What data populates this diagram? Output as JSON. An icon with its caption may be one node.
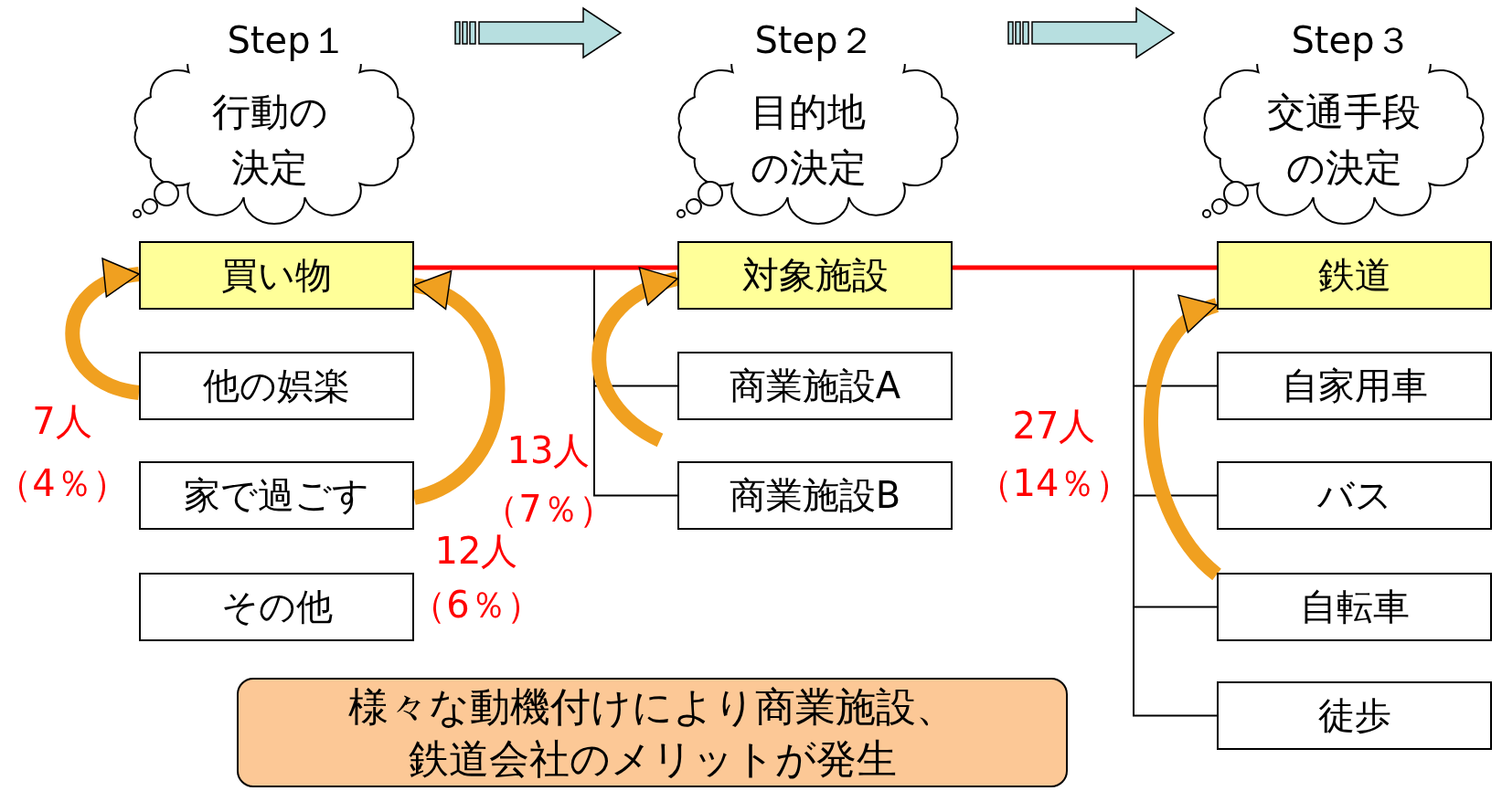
{
  "diagram": {
    "nodes": [
      {
        "text": [
          "行動の決定"
        ]
      },
      {
        "text": [
          "目的地の決定"
        ]
      },
      {
        "text": [
          "交通手段の決定"
        ]
      },
      {
        "text": [
          "買い物"
        ]
      },
      {
        "text": [
          "他の娯楽"
        ]
      },
      {
        "text": [
          "家で過ごす"
        ]
      },
      {
        "text": [
          "その他"
        ]
      },
      {
        "text": [
          "対象施設"
        ]
      },
      {
        "text": [
          "商業施設A"
        ]
      },
      {
        "text": [
          "商業施設B"
        ]
      },
      {
        "text": [
          "鉄道"
        ]
      },
      {
        "text": [
          "自家用車"
        ]
      },
      {
        "text": [
          "バス"
        ]
      },
      {
        "text": [
          "自転車"
        ]
      },
      {
        "text": [
          "徒歩"
        ]
      },
      {
        "text": [
          "様々な動機付けにより商業施設、鉄道会社のメリットが発生"
        ]
      }
    ],
    "edges": [
      {
        "from": 3,
        "to": 7,
        "arrow": "none",
        "color": "#ff0000",
        "style": "thick"
      },
      {
        "from": 7,
        "to": 10,
        "arrow": "none",
        "color": "#ff0000",
        "style": "thick"
      },
      {
        "from": 7,
        "to": 8,
        "arrow": "none"
      },
      {
        "from": 7,
        "to": 9,
        "arrow": "none"
      },
      {
        "from": 10,
        "to": 11,
        "arrow": "none"
      },
      {
        "from": 10,
        "to": 12,
        "arrow": "none"
      },
      {
        "from": 10,
        "to": 13,
        "arrow": "none"
      },
      {
        "from": 10,
        "to": 14,
        "arrow": "none"
      },
      {
        "from": 4,
        "to": 3,
        "arrow": "to",
        "color": "#f0a020",
        "style": "thick"
      },
      {
        "from": 5,
        "to": 3,
        "arrow": "to",
        "color": "#f0a020",
        "style": "thick"
      },
      {
        "from": null,
        "to": 7,
        "arrow": "to",
        "color": "#f0a020",
        "style": "thick"
      },
      {
        "from": 13,
        "to": 10,
        "arrow": "to",
        "color": "#f0a020",
        "style": "thick"
      }
    ],
    "labels": [
      "Step１",
      "Step２",
      "Step３",
      "7人",
      "（4％）",
      "12人",
      "（6％）",
      "13人",
      "（7％）",
      "27人",
      "（14％）"
    ]
  }
}
